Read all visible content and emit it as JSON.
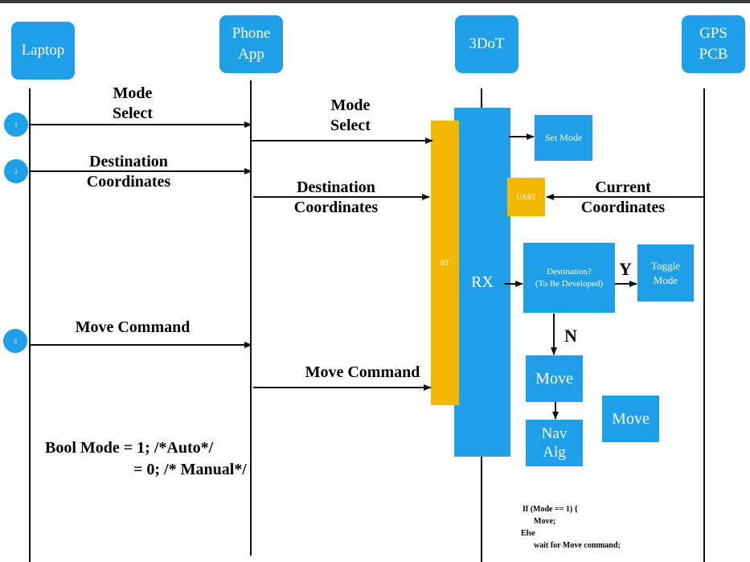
{
  "lanes": {
    "laptop": "Laptop",
    "phone": "Phone\nApp",
    "threedot": "3DoT",
    "gps": "GPS\nPCB"
  },
  "steps": [
    "1",
    "2",
    "3"
  ],
  "messages": {
    "laptop_mode": "Mode\nSelect",
    "laptop_dest": "Destination\nCoordinates",
    "laptop_move": "Move Command",
    "phone_mode": "Mode\nSelect",
    "phone_dest": "Destination\nCoordinates",
    "phone_move": "Move Command",
    "gps_current": "Current\nCoordinates"
  },
  "blocks": {
    "bt": "BT",
    "rx": "RX",
    "set_mode": "Set Mode",
    "uart": "UART",
    "destination_check": "Destination?\n(To Be Developed)",
    "toggle_mode": "Toggle\nMode",
    "move_main": "Move",
    "nav_alg": "Nav\nAlg",
    "move_side": "Move"
  },
  "branch_labels": {
    "yes": "Y",
    "no": "N"
  },
  "bool_mode": {
    "line1": "Bool Mode = 1; /*Auto*/",
    "line2": "= 0; /* Manual*/"
  },
  "code_snippet": {
    "line1": "If (Mode == 1) {",
    "line2": "Move;",
    "line3": "Else",
    "line4": "wait for Move command;"
  },
  "colors": {
    "lane_blue": "#1e9fe8",
    "bt_yellow": "#f2b705",
    "line": "#111111"
  }
}
